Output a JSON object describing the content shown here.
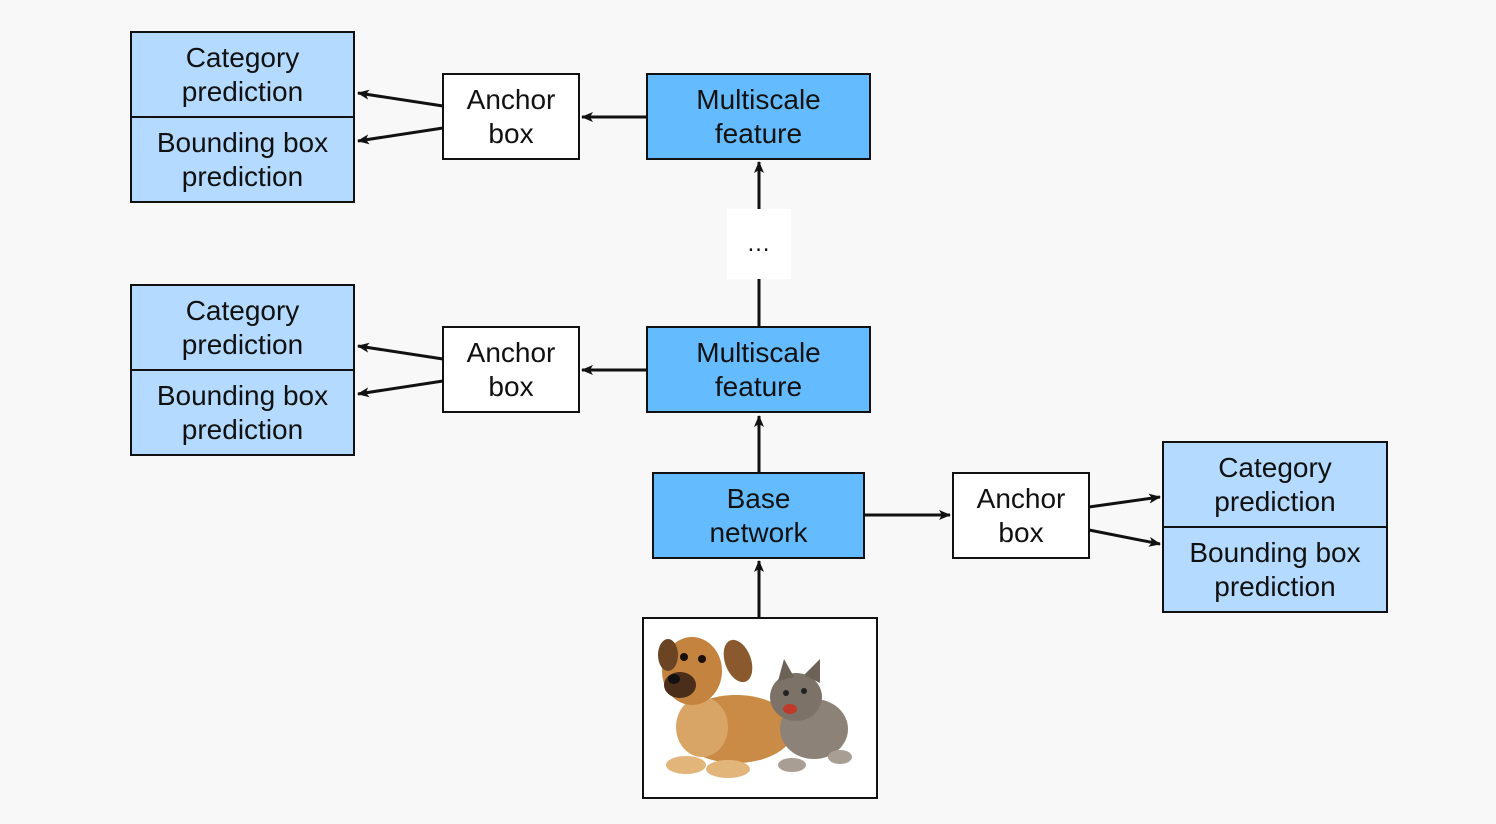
{
  "top": {
    "feature": "Multiscale\nfeature",
    "anchor": "Anchor\nbox",
    "category": "Category\nprediction",
    "bbox": "Bounding box\nprediction"
  },
  "middle": {
    "feature": "Multiscale\nfeature",
    "anchor": "Anchor\nbox",
    "category": "Category\nprediction",
    "bbox": "Bounding box\nprediction"
  },
  "base": {
    "network": "Base\nnetwork",
    "anchor": "Anchor\nbox",
    "category": "Category\nprediction",
    "bbox": "Bounding box\nprediction"
  },
  "ellipsis": "…",
  "colors": {
    "feature_blue": "#64bcff",
    "prediction_blue": "#b4dbff",
    "background": "#f8f8f8"
  }
}
